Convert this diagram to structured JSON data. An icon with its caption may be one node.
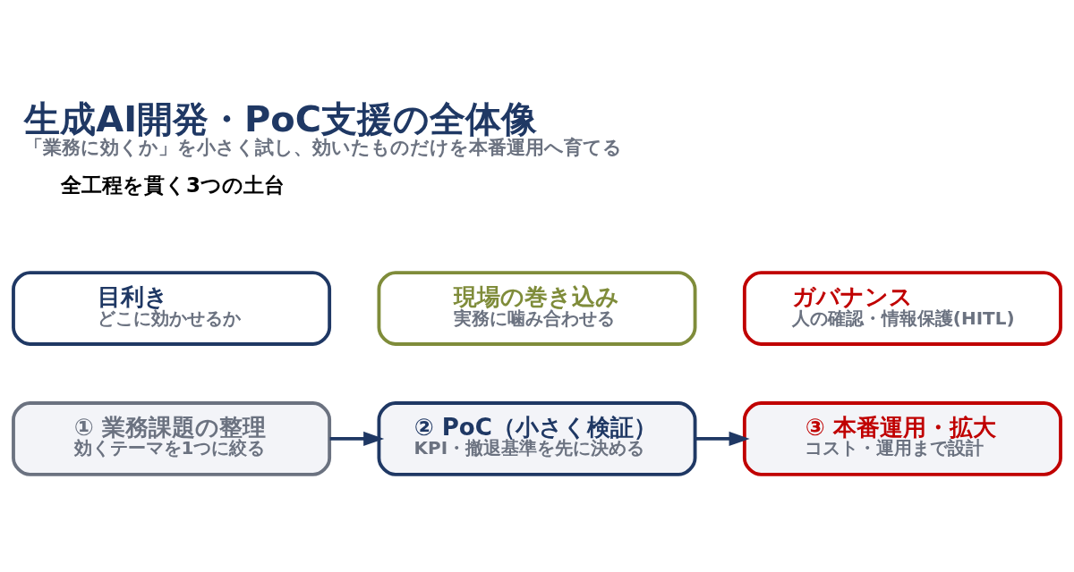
{
  "diagram": {
    "title": "生成AI開発・PoC支援の全体像",
    "caption": "「業務に効くか」を小さく試し、効いたものだけを本番運用へ育てる",
    "nodes": [
      {
        "text": [
          "① 業務課題の整理",
          "効くテーマを1つに絞る"
        ]
      },
      {
        "text": [
          "② PoC（小さく検証）",
          "KPI・撤退基準を先に決める"
        ]
      },
      {
        "text": [
          "③ 本番運用・拡大",
          "コスト・運用まで設計"
        ]
      },
      {
        "text": [
          "目利き",
          "どこに効かせるか"
        ]
      },
      {
        "text": [
          "現場の巻き込み",
          "実務に噛み合わせる"
        ]
      },
      {
        "text": [
          "ガバナンス",
          "人の確認・情報保護(HITL)"
        ]
      }
    ],
    "edges": [
      {
        "from": 0,
        "to": 1,
        "arrow": "to"
      },
      {
        "from": 1,
        "to": 2,
        "arrow": "to"
      }
    ],
    "labels": [
      "全工程を貫く3つの土台"
    ]
  }
}
